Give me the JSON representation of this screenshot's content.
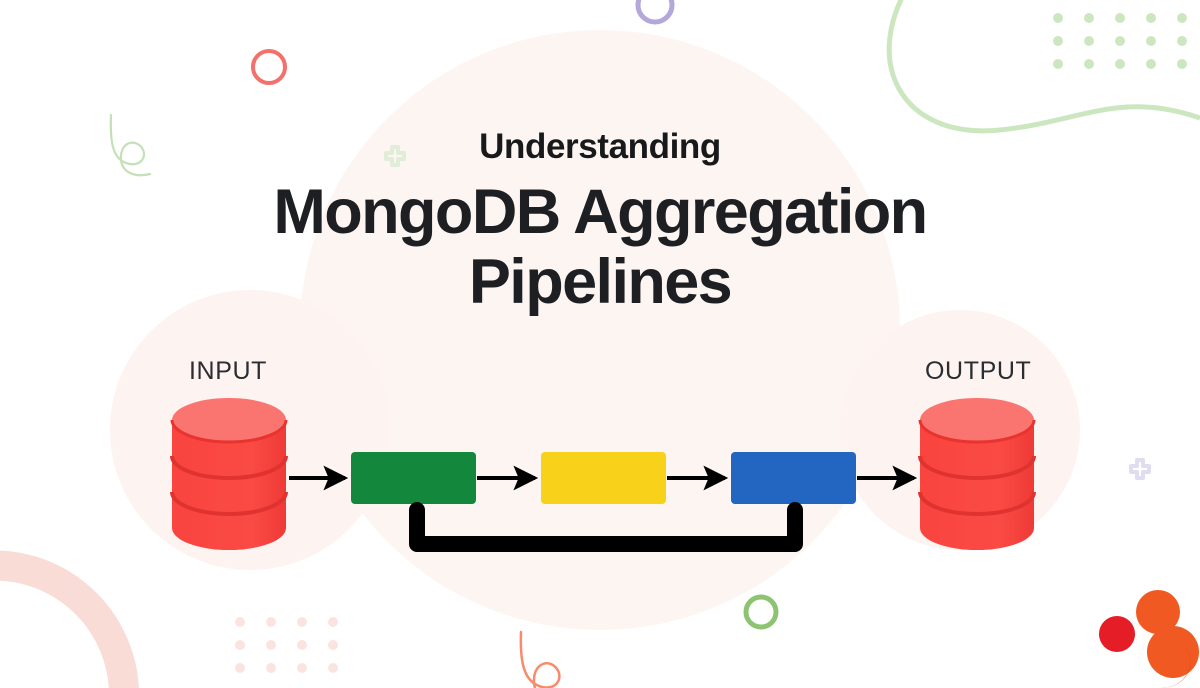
{
  "page": {
    "type": "title-slide",
    "background_color": "#ffffff"
  },
  "heading": {
    "eyebrow": "Understanding",
    "title": "MongoDB Aggregation\nPipelines",
    "title_color": "#1d1f22",
    "eyebrow_color": "#18191b"
  },
  "diagram": {
    "name": "aggregation-pipeline-flow",
    "input": {
      "label": "INPUT",
      "shape": "database-cylinder",
      "color_body": "#f9443f",
      "color_top": "#fa7470"
    },
    "output": {
      "label": "OUTPUT",
      "shape": "database-cylinder",
      "color_body": "#f9443f",
      "color_top": "#fa7470"
    },
    "stages": [
      {
        "label": "",
        "color": "#13883d",
        "name": "pipeline-stage-1"
      },
      {
        "label": "",
        "color": "#f8d11a",
        "name": "pipeline-stage-2"
      },
      {
        "label": "",
        "color": "#2266c2",
        "name": "pipeline-stage-3"
      }
    ],
    "connectors": {
      "color": "#000000",
      "arrow_count": 4,
      "feedback_loop": true
    }
  },
  "decorations": {
    "colors": {
      "pink_arc": "#f7d5cd",
      "green_arc": "#cfe7c5",
      "pale_pink_arc": "#fadcd6",
      "coral_ring": "#f4706b",
      "green_ring": "#8cc472",
      "lavender_ring": "#b3a7dc",
      "green_dot": "#cce7c0",
      "pink_dot": "#fbe4e0",
      "green_plus": "#e4f0dd",
      "lavender_plus": "#e4e2f3",
      "green_squiggle": "#c4e0b6",
      "coral_squiggle": "#f98a6b",
      "cream_circle": "#fdf5f2",
      "logo_orange": "#f05a22",
      "logo_red": "#ed1c24"
    },
    "items": [
      "pink-arc-top-left",
      "green-arc-top-left",
      "green-squiggle-top-left",
      "coral-ring-top-left",
      "lavender-ring-top-center",
      "green-plus-left",
      "green-wave-top-right",
      "green-dot-grid-top-right",
      "cream-circle-center",
      "cream-circle-left",
      "cream-circle-right",
      "pink-arc-bottom-left",
      "pink-dot-grid-bottom-left",
      "coral-squiggle-bottom-center",
      "green-ring-bottom-center",
      "lavender-plus-right",
      "molecule-logo-bottom-right"
    ]
  }
}
